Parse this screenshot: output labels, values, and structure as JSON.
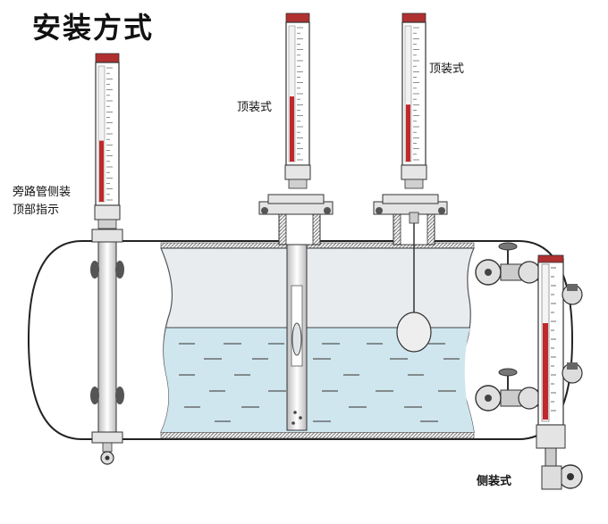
{
  "title": "安装方式",
  "labels": {
    "bypass_line1": "旁路管侧装",
    "bypass_line2": "顶部指示",
    "top_mount_1": "顶装式",
    "top_mount_2": "顶装式",
    "side_mount": "侧装式"
  },
  "colors": {
    "tank_body": "#ffffff",
    "tank_interior": "#e9ecef",
    "liquid": "#cfe6ef",
    "gauge_red": "#c0282c",
    "gauge_cap": "#b03030",
    "metal": "#d8d8d8"
  }
}
